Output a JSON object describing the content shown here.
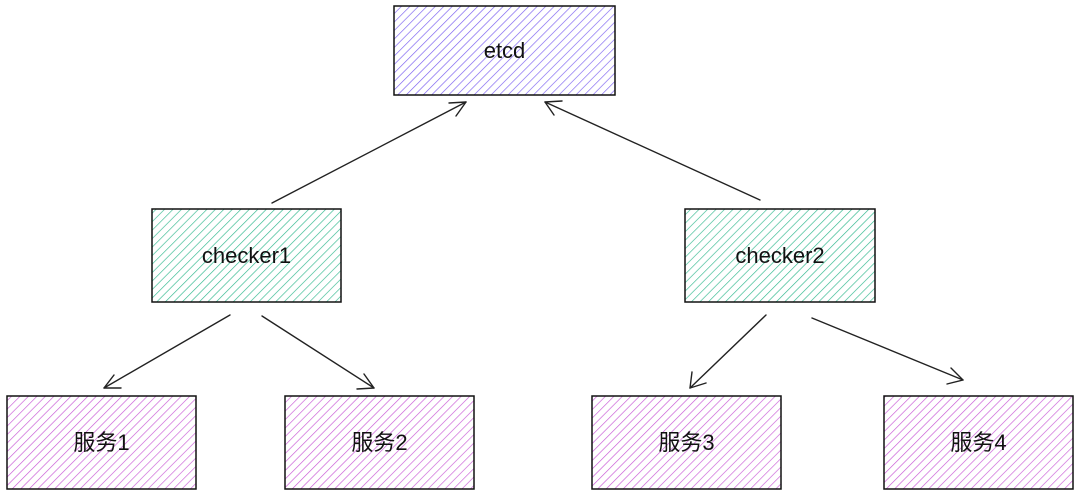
{
  "colors": {
    "etcd_hatch": "#7a5ff0",
    "checker_hatch": "#33b98f",
    "service_hatch": "#c85ad6",
    "border": "#111111",
    "arrow": "#222222"
  },
  "nodes": {
    "etcd": {
      "label": "etcd"
    },
    "checker1": {
      "label": "checker1"
    },
    "checker2": {
      "label": "checker2"
    },
    "service1": {
      "label": "服务1"
    },
    "service2": {
      "label": "服务2"
    },
    "service3": {
      "label": "服务3"
    },
    "service4": {
      "label": "服务4"
    }
  },
  "edges": [
    {
      "from": "checker1",
      "to": "etcd"
    },
    {
      "from": "checker2",
      "to": "etcd"
    },
    {
      "from": "checker1",
      "to": "service1"
    },
    {
      "from": "checker1",
      "to": "service2"
    },
    {
      "from": "checker2",
      "to": "service3"
    },
    {
      "from": "checker2",
      "to": "service4"
    }
  ]
}
